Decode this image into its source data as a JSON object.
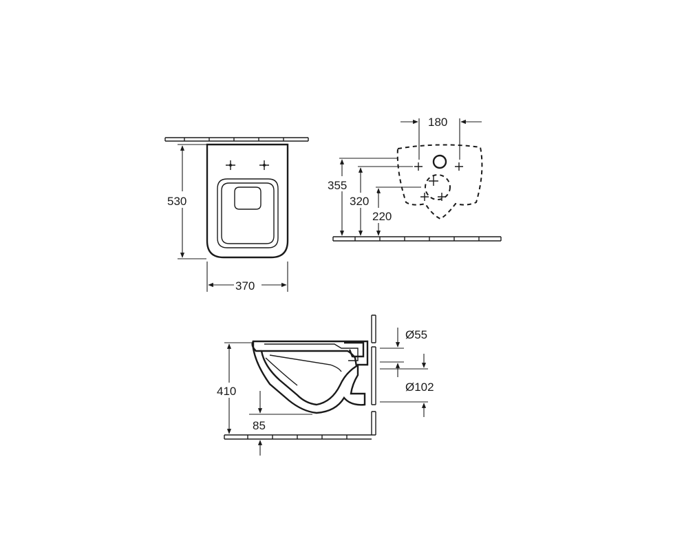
{
  "dimensions": {
    "top_view": {
      "length": "530",
      "width": "370"
    },
    "side_view": {
      "spacing": "180",
      "height_a": "355",
      "height_b": "320",
      "height_c": "220"
    },
    "section_view": {
      "outlet_diameter": "Ø55",
      "pipe_diameter": "Ø102",
      "height": "410",
      "drop": "85"
    }
  }
}
